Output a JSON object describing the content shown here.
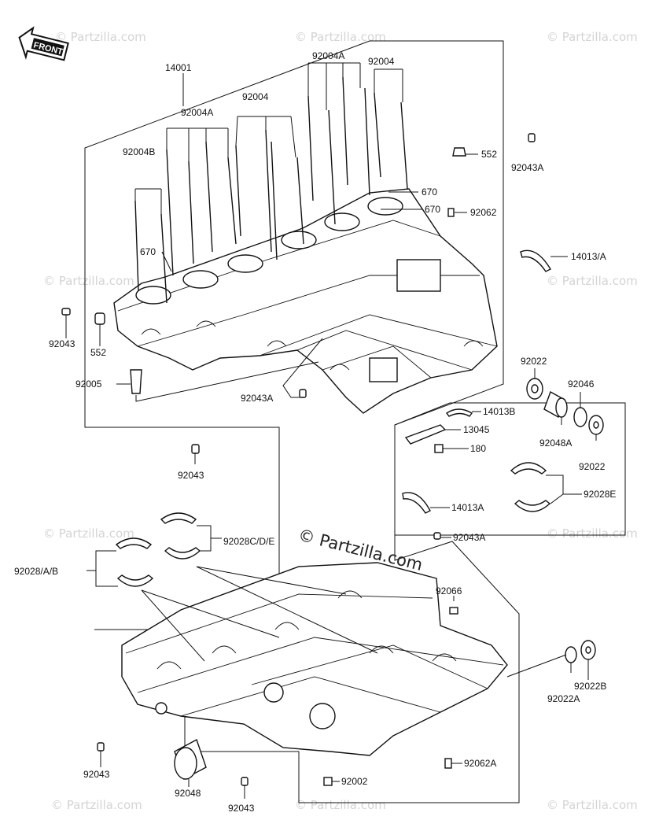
{
  "front_badge": "FRONT",
  "watermark_main": "© Partzilla.com",
  "watermark_tile": "© Partzilla.com",
  "labels": {
    "p14001": "14001",
    "p92004A_top": "92004A",
    "p92004_topright": "92004",
    "p92004_mid": "92004",
    "p92004A_mid": "92004A",
    "p92004B": "92004B",
    "p552_top": "552",
    "p92043A_top": "92043A",
    "p670_a": "670",
    "p670_b": "670",
    "p92062": "92062",
    "p670_left": "670",
    "p14013A_right": "14013/A",
    "p92043_left": "92043",
    "p552_left": "552",
    "p92005": "92005",
    "p92043A_mid": "92043A",
    "p92022_a": "92022",
    "p92046": "92046",
    "p14013B": "14013B",
    "p13045": "13045",
    "p180": "180",
    "p92048A": "92048A",
    "p92022_b": "92022",
    "p92043_mid": "92043",
    "p92028E": "92028E",
    "p14013A_mid": "14013A",
    "p92028CDE": "92028C/D/E",
    "p92043A_low": "92043A",
    "p92028AB": "92028/A/B",
    "p92066": "92066",
    "p92022B": "92022B",
    "p92022A": "92022A",
    "p92043_low": "92043",
    "p92048": "92048",
    "p92062A": "92062A",
    "p92002": "92002",
    "p92043_bottom": "92043"
  }
}
